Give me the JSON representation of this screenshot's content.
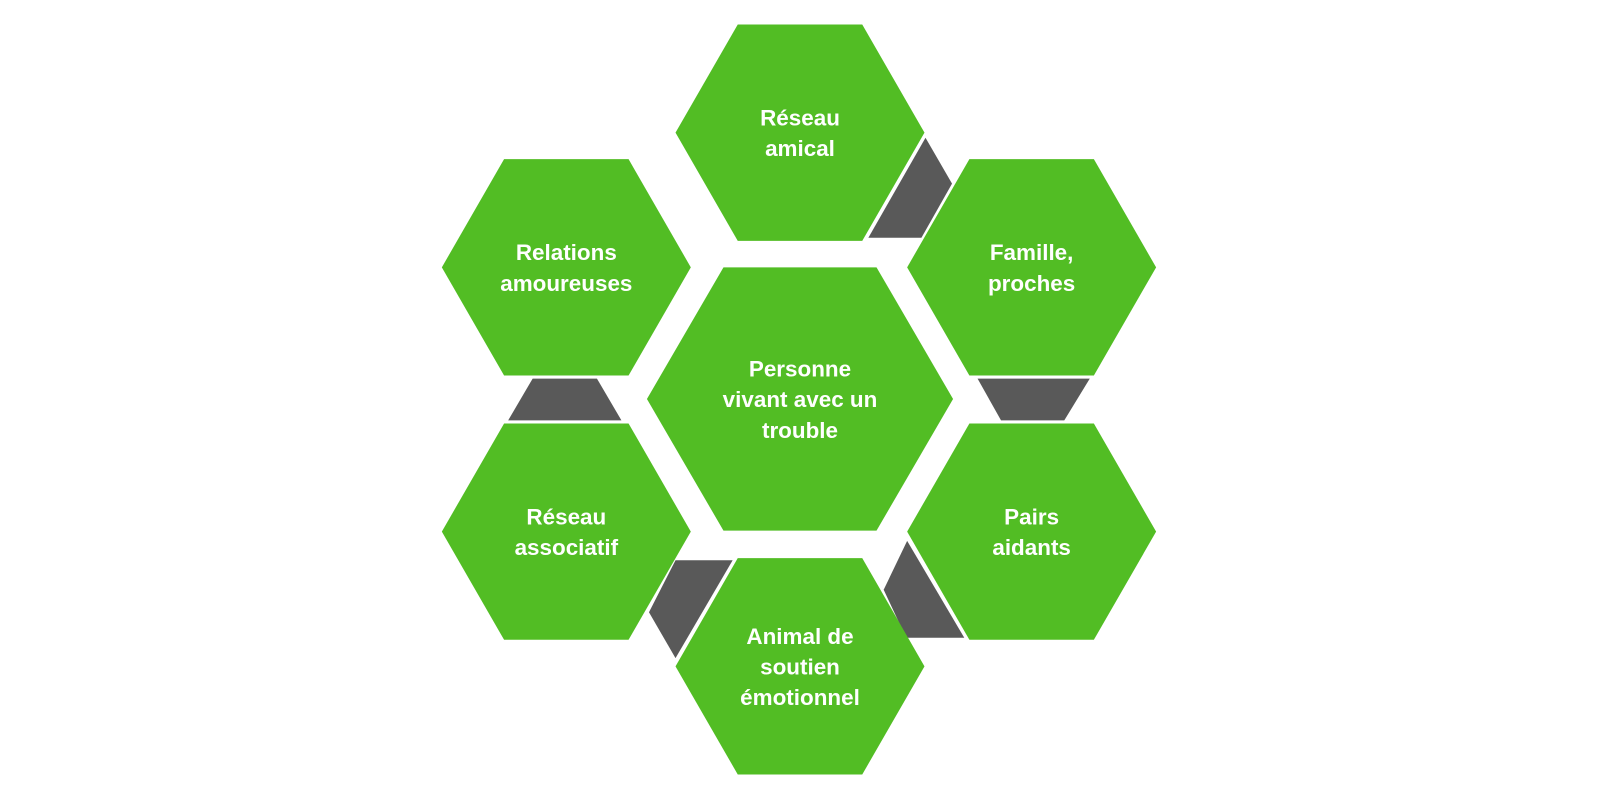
{
  "colors": {
    "hexagon": "#52BD24",
    "connector": "#595959",
    "text": "#FFFFFF"
  },
  "center": {
    "lines": [
      "Personne",
      "vivant avec un",
      "trouble"
    ]
  },
  "nodes": [
    {
      "id": "reseau-amical",
      "lines": [
        "Réseau",
        "amical"
      ]
    },
    {
      "id": "famille-proches",
      "lines": [
        "Famille,",
        "proches"
      ]
    },
    {
      "id": "pairs-aidants",
      "lines": [
        "Pairs",
        "aidants"
      ]
    },
    {
      "id": "animal-soutien",
      "lines": [
        "Animal de",
        "soutien",
        "émotionnel"
      ]
    },
    {
      "id": "reseau-associatif",
      "lines": [
        "Réseau",
        "associatif"
      ]
    },
    {
      "id": "relations-amoureuses",
      "lines": [
        "Relations",
        "amoureuses"
      ]
    }
  ]
}
